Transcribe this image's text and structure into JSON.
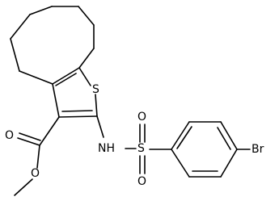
{
  "molecule": {
    "atoms": {
      "sulfur_thiophene": "S",
      "carbonyl_oxygen": "O",
      "ester_oxygen": "O",
      "amine": "NH",
      "sulfonyl_sulfur": "S",
      "sulfonyl_oxygen_top": "O",
      "sulfonyl_oxygen_bottom": "O",
      "bromine": "Br"
    }
  }
}
